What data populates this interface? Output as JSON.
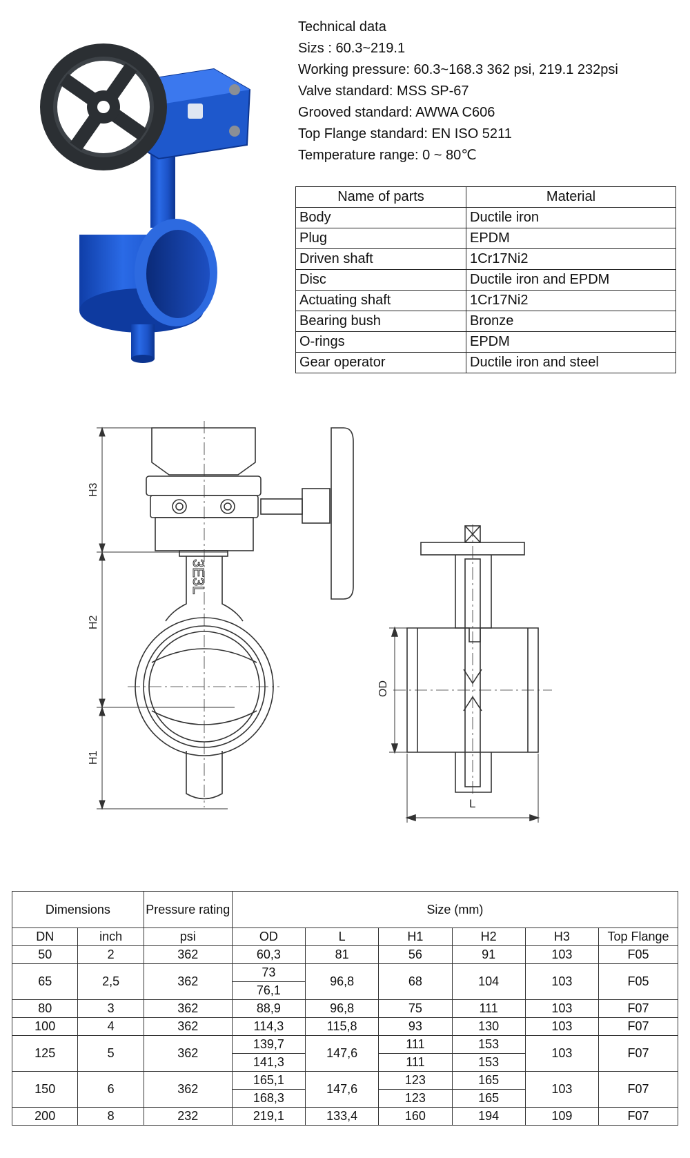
{
  "technical": {
    "title": "Technical data",
    "sizes": "Sizs : 60.3~219.1",
    "working_pressure": "Working pressure: 60.3~168.3 362 psi, 219.1 232psi",
    "valve_standard": "Valve standard: MSS SP-67",
    "grooved_standard": "Grooved standard: AWWA C606",
    "top_flange_standard": "Top Flange standard: EN ISO 5211",
    "temperature_range": "Temperature range:   0 ~ 80℃"
  },
  "parts_table": {
    "headers": [
      "Name of parts",
      "Material"
    ],
    "rows": [
      [
        "Body",
        "Ductile iron"
      ],
      [
        "Plug",
        "EPDM"
      ],
      [
        "Driven shaft",
        "1Cr17Ni2"
      ],
      [
        "Disc",
        "Ductile iron and EPDM"
      ],
      [
        "Actuating shaft",
        "1Cr17Ni2"
      ],
      [
        "Bearing bush",
        "Bronze"
      ],
      [
        "O-rings",
        "EPDM"
      ],
      [
        "Gear operator",
        "Ductile iron and steel"
      ]
    ]
  },
  "drawing": {
    "labels": {
      "h3": "H3",
      "h2": "H2",
      "h1": "H1",
      "od": "OD",
      "l": "L",
      "body_mark": "3E3L"
    }
  },
  "dimension_table": {
    "group_headers": {
      "dimensions": "Dimensions",
      "pressure": "Pressure rating",
      "size": "Size (mm)"
    },
    "columns": [
      "DN",
      "inch",
      "psi",
      "OD",
      "L",
      "H1",
      "H2",
      "H3",
      "Top Flange"
    ],
    "rows": [
      {
        "dn": "50",
        "inch": "2",
        "psi": "362",
        "od": [
          "60,3"
        ],
        "l": "81",
        "h1": [
          "56"
        ],
        "h2": [
          "91"
        ],
        "h3": "103",
        "flange": "F05"
      },
      {
        "dn": "65",
        "inch": "2,5",
        "psi": "362",
        "od": [
          "73",
          "76,1"
        ],
        "l": "96,8",
        "h1": [
          "68"
        ],
        "h2": [
          "104"
        ],
        "h3": "103",
        "flange": "F05"
      },
      {
        "dn": "80",
        "inch": "3",
        "psi": "362",
        "od": [
          "88,9"
        ],
        "l": "96,8",
        "h1": [
          "75"
        ],
        "h2": [
          "111"
        ],
        "h3": "103",
        "flange": "F07"
      },
      {
        "dn": "100",
        "inch": "4",
        "psi": "362",
        "od": [
          "114,3"
        ],
        "l": "115,8",
        "h1": [
          "93"
        ],
        "h2": [
          "130"
        ],
        "h3": "103",
        "flange": "F07"
      },
      {
        "dn": "125",
        "inch": "5",
        "psi": "362",
        "od": [
          "139,7",
          "141,3"
        ],
        "l": "147,6",
        "h1": [
          "111",
          "111"
        ],
        "h2": [
          "153",
          "153"
        ],
        "h3": "103",
        "flange": "F07"
      },
      {
        "dn": "150",
        "inch": "6",
        "psi": "362",
        "od": [
          "165,1",
          "168,3"
        ],
        "l": "147,6",
        "h1": [
          "123",
          "123"
        ],
        "h2": [
          "165",
          "165"
        ],
        "h3": "103",
        "flange": "F07"
      },
      {
        "dn": "200",
        "inch": "8",
        "psi": "232",
        "od": [
          "219,1"
        ],
        "l": "133,4",
        "h1": [
          "160"
        ],
        "h2": [
          "194"
        ],
        "h3": "109",
        "flange": "F07"
      }
    ]
  },
  "colors": {
    "valve_blue": "#1f57c9",
    "handwheel": "#2b2f33",
    "line": "#333333"
  }
}
